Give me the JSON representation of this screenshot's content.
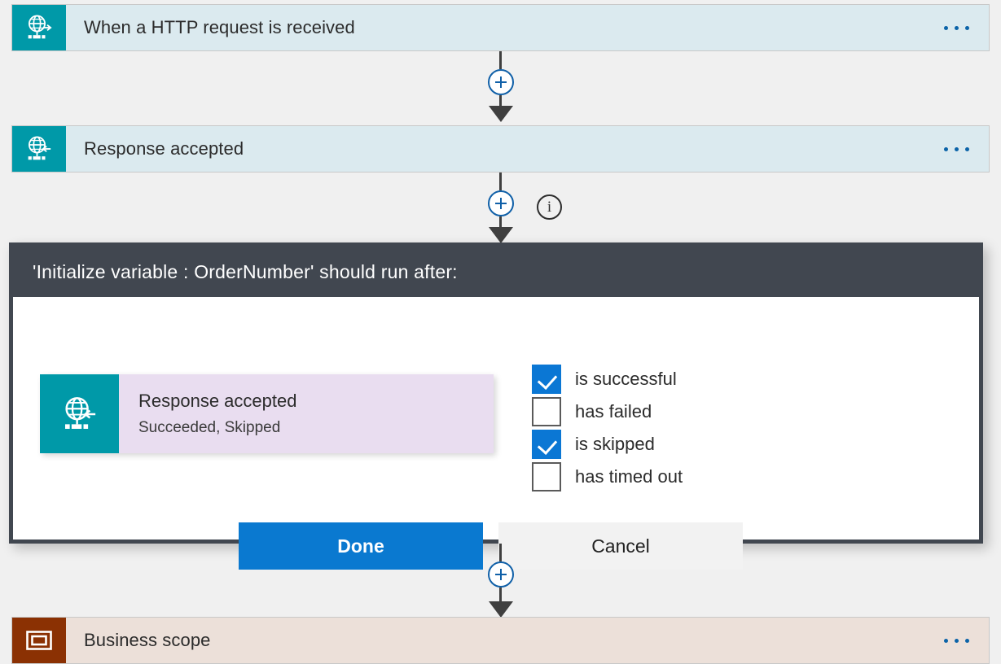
{
  "colors": {
    "accent_blue": "#0b77d4",
    "teal_icon": "#0099a8",
    "row_blue_bg": "#dbeaef",
    "scope_brown": "#8b3103",
    "scope_bg": "#ece0d9",
    "dialog_header": "#414750",
    "card_purple": "#e9ddf0",
    "page_bg": "#f0f0f0"
  },
  "flow": {
    "rows": [
      {
        "title": "When a HTTP request is received",
        "icon": "globe-arrow-right-icon",
        "menu": "overflow-menu-icon"
      },
      {
        "title": "Response accepted",
        "icon": "globe-arrow-left-icon",
        "menu": "overflow-menu-icon"
      },
      {
        "title": "Business scope",
        "icon": "scope-rectangle-icon",
        "menu": "overflow-menu-icon"
      }
    ],
    "add_step_icon": "plus-icon",
    "info_icon": "info-icon",
    "info_glyph": "i"
  },
  "dialog": {
    "title": "'Initialize variable : OrderNumber' should run after:",
    "action_card": {
      "name": "Response accepted",
      "status": "Succeeded, Skipped",
      "icon": "globe-arrow-left-icon"
    },
    "conditions": [
      {
        "label": "is successful",
        "checked": true
      },
      {
        "label": "has failed",
        "checked": false
      },
      {
        "label": "is skipped",
        "checked": true
      },
      {
        "label": "has timed out",
        "checked": false
      }
    ],
    "buttons": {
      "done": "Done",
      "cancel": "Cancel"
    }
  }
}
